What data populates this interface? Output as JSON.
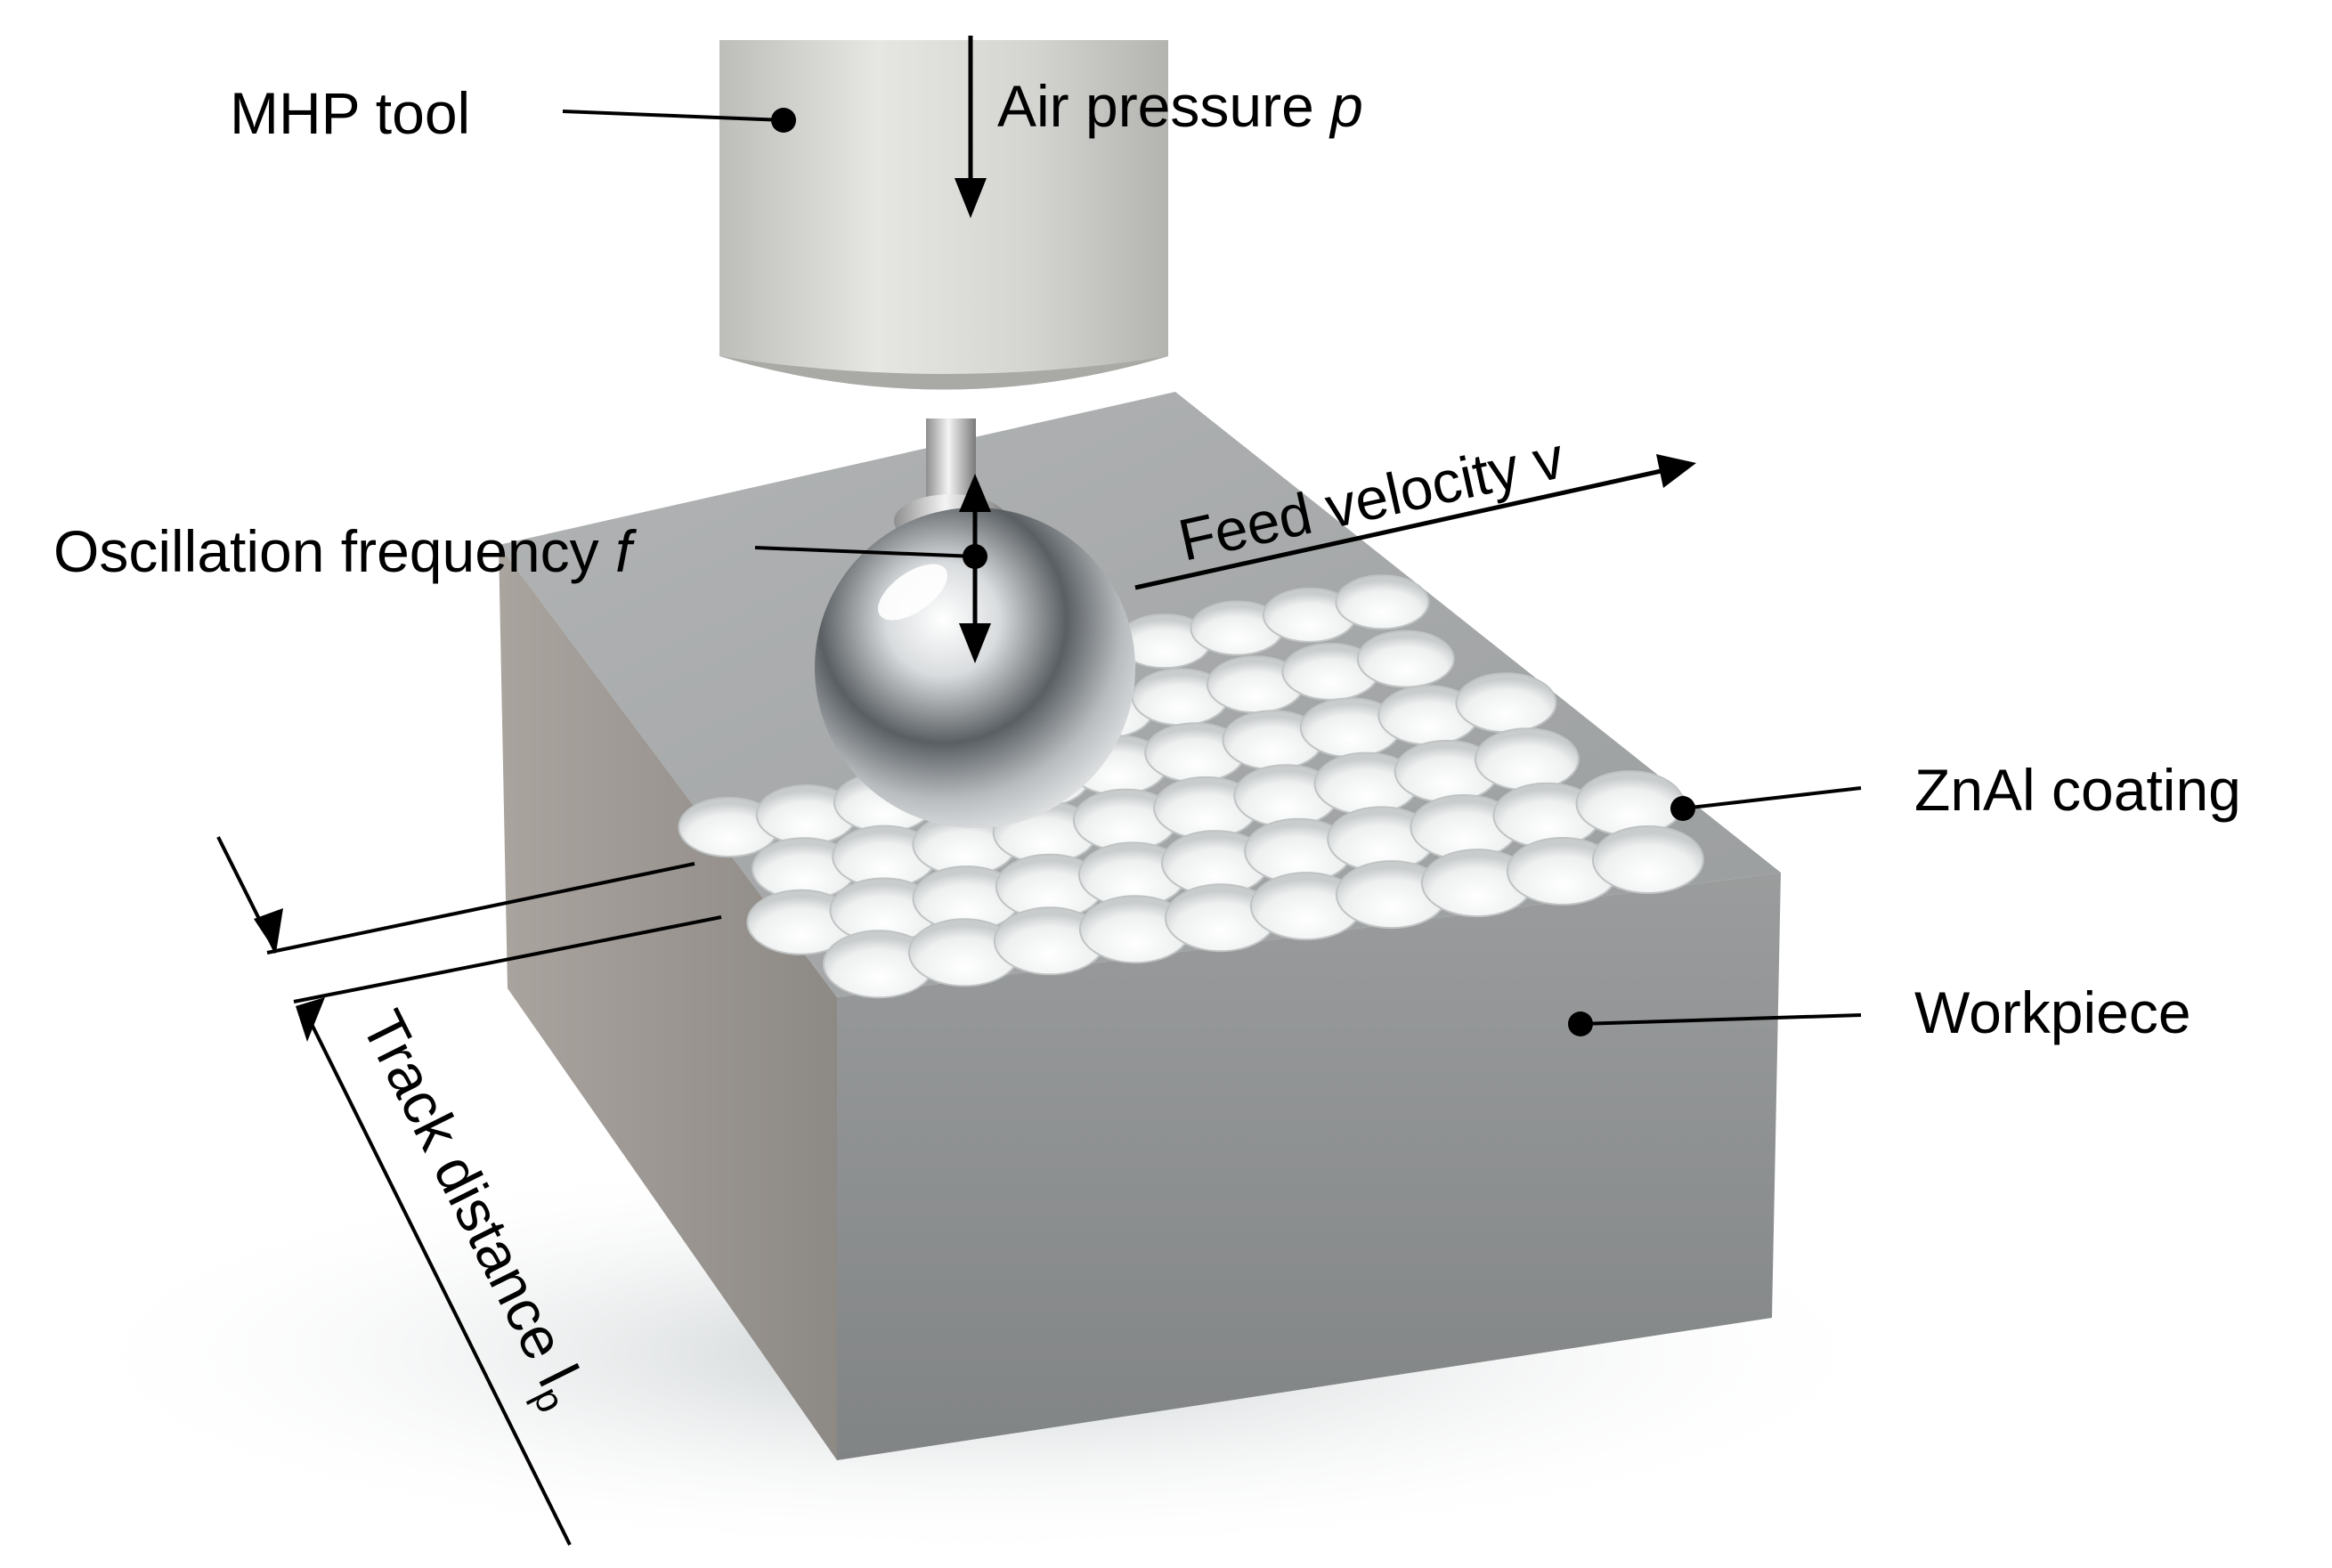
{
  "labels": {
    "mhp_tool": "MHP tool",
    "air_pressure": "Air pressure ",
    "air_pressure_symbol": "p",
    "oscillation": "Oscillation frequency ",
    "oscillation_symbol": "f",
    "feed_velocity": "Feed velocity v",
    "coating": "ZnAl coating",
    "workpiece": "Workpiece",
    "track_distance": "Track distance l",
    "track_distance_sub": "p"
  },
  "colors": {
    "background": "#ffffff",
    "tool_body": "#dcdcda",
    "workpiece_top": "#a3a6a7",
    "workpiece_front": "#8c8f90",
    "workpiece_side": "#9a9590",
    "coating_dimple": "#f2f3f3",
    "ball_chrome": "#9aa0a4",
    "annotation_lines": "#000000"
  }
}
